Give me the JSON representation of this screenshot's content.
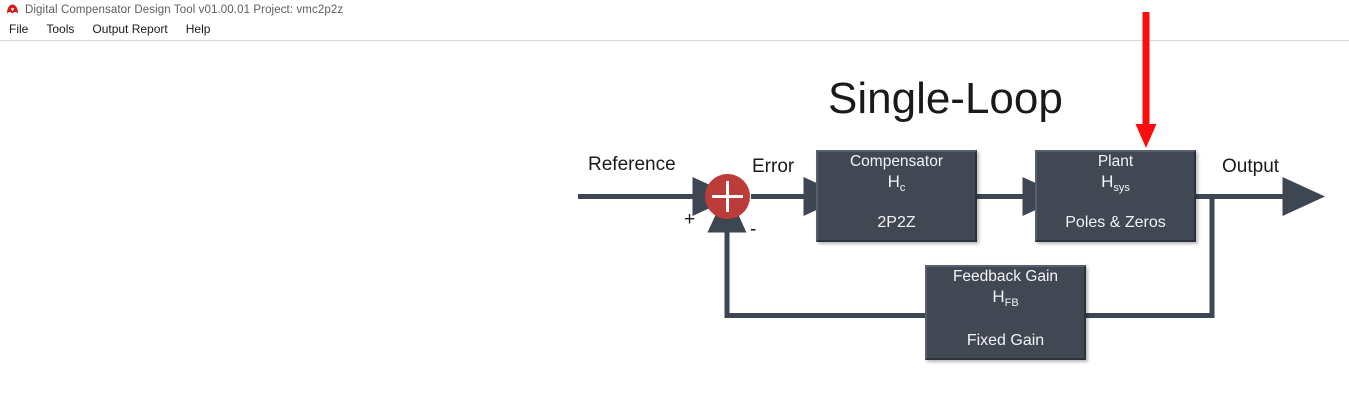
{
  "window": {
    "title": "Digital Compensator Design Tool v01.00.01 Project: vmc2p2z",
    "icon": "app-logo-icon"
  },
  "menubar": {
    "items": [
      {
        "label": "File"
      },
      {
        "label": "Tools"
      },
      {
        "label": "Output Report"
      },
      {
        "label": "Help"
      }
    ]
  },
  "diagram": {
    "title": "Single-Loop",
    "signals": {
      "reference": "Reference",
      "error": "Error",
      "output": "Output"
    },
    "summing_junction": {
      "icon": "sum-plus-icon",
      "positive_sign": "+",
      "negative_sign": "-"
    },
    "blocks": [
      {
        "key": "compensator",
        "name": "Compensator",
        "symbol": "H",
        "symbol_sub": "c",
        "subtitle": "2P2Z"
      },
      {
        "key": "plant",
        "name": "Plant",
        "symbol": "H",
        "symbol_sub": "sys",
        "subtitle": "Poles & Zeros"
      },
      {
        "key": "feedback",
        "name": "Feedback Gain",
        "symbol": "H",
        "symbol_sub": "FB",
        "subtitle": "Fixed Gain"
      }
    ],
    "annotation": {
      "icon": "red-down-arrow-icon",
      "target": "plant"
    }
  },
  "colors": {
    "block_fill": "#414854",
    "block_text": "#f2f3f5",
    "wire": "#3e4652",
    "summing_red": "#bb3c38",
    "annotation_red": "#fc0d10",
    "titlebar_text": "#5e5e5e"
  }
}
